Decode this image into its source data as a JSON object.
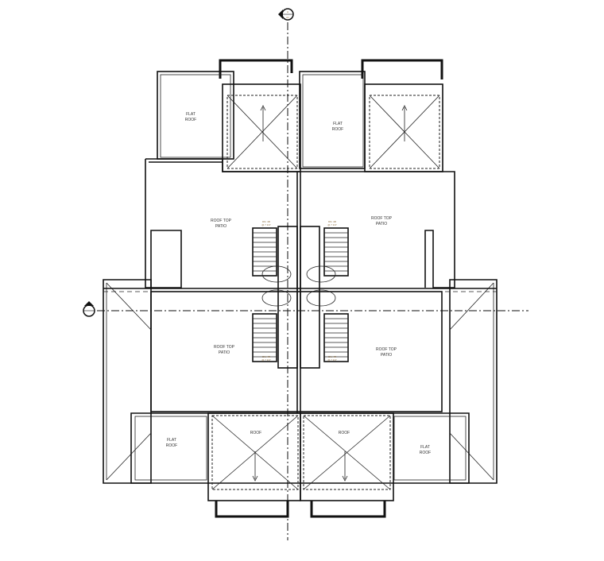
{
  "plan": {
    "rooms": {
      "flat_roof_top_left": [
        "FLAT",
        "ROOF"
      ],
      "flat_roof_top_right": [
        "FLAT",
        "ROOF"
      ],
      "patio_upper_left": [
        "ROOF TOP",
        "PATIO"
      ],
      "patio_upper_right": [
        "ROOF TOP",
        "PATIO"
      ],
      "patio_lower_left": [
        "ROOF TOP",
        "PATIO"
      ],
      "patio_lower_right": [
        "ROOF TOP",
        "PATIO"
      ],
      "flat_roof_bottom_left": [
        "FLAT",
        "ROOF"
      ],
      "flat_roof_bottom_right": [
        "FLAT",
        "ROOF"
      ],
      "roof_bottom_left": "ROOF",
      "roof_bottom_right": "ROOF"
    },
    "stair_note": [
      "DN. 4R",
      "@ 7 1/4\""
    ],
    "section_marker": [
      "A",
      "A1"
    ]
  }
}
